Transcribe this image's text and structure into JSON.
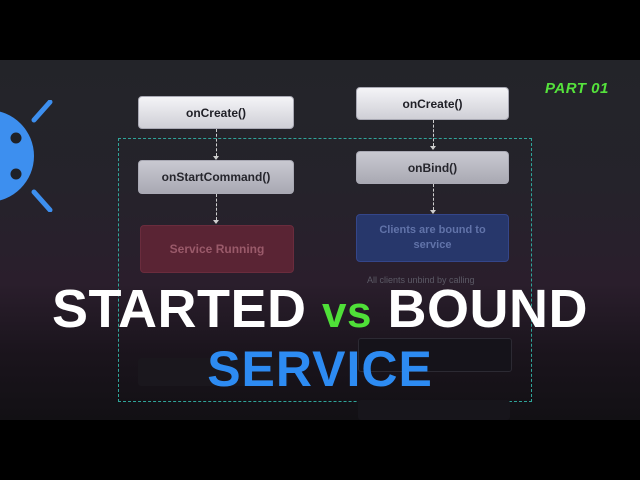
{
  "badge": {
    "text": "PART 01",
    "color": "#55e23c"
  },
  "headline": {
    "word1": "STARTED",
    "vs": "vs",
    "word2": "BOUND",
    "line2": "SERVICE",
    "colors": {
      "primary": "#ffffff",
      "vs": "#4fe038",
      "accent": "#2d8bf2"
    }
  },
  "diagram": {
    "started": {
      "on_create": "onCreate()",
      "on_start_command": "onStartCommand()",
      "running": "Service Running"
    },
    "bound": {
      "on_create": "onCreate()",
      "on_bind": "onBind()",
      "clients_bound": "Clients are bound to service",
      "unbind_note": "All clients unbind by calling"
    }
  },
  "logo": {
    "icon": "android-icon",
    "color": "#3d8fef"
  }
}
